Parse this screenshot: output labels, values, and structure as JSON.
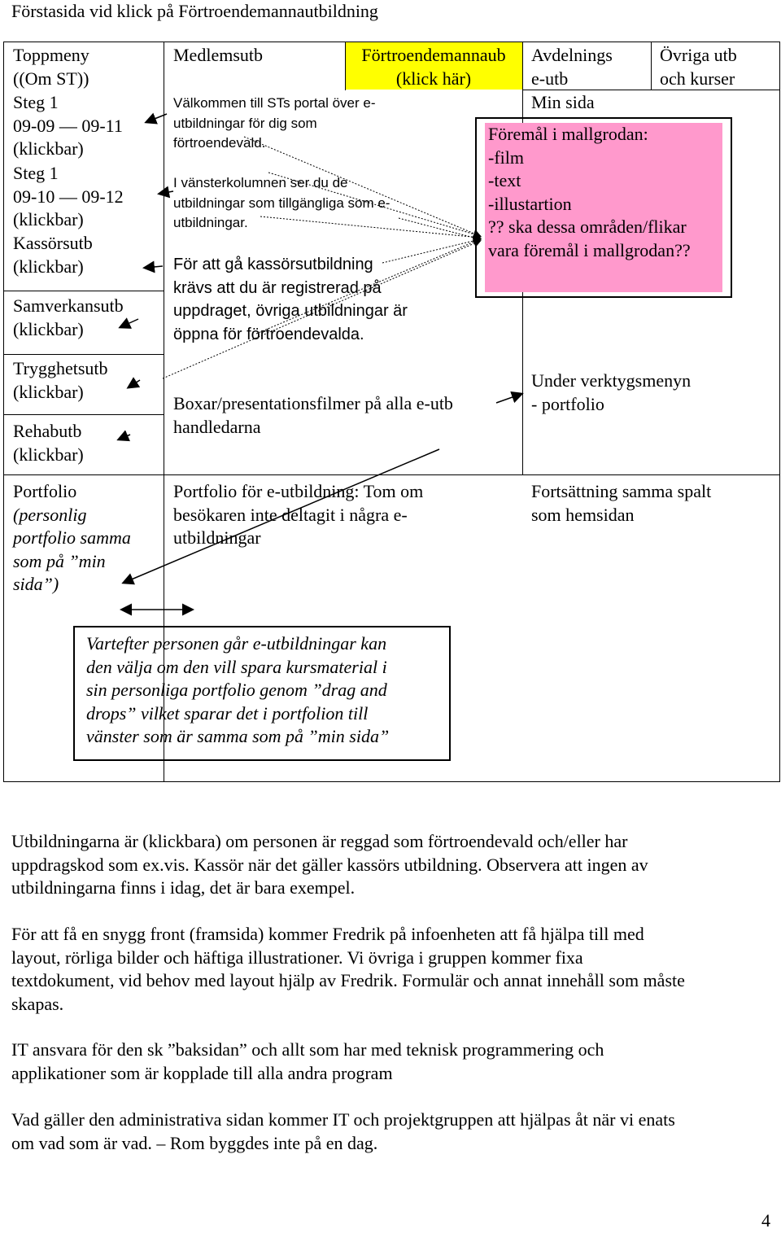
{
  "doc_title": "Förstasida vid klick på Förtroendemannautbildning",
  "left_column": {
    "toppmeny": [
      "Toppmeny",
      "((Om ST))"
    ],
    "steg1a": [
      "Steg 1",
      "09-09 — 09-11",
      "(klickbar)"
    ],
    "steg1b": [
      "Steg 1",
      "09-10 — 09-12",
      "(klickbar)"
    ],
    "kassor": [
      "Kassörsutb",
      "(klickbar)"
    ],
    "samverkan": [
      "Samverkansutb",
      "(klickbar)"
    ],
    "trygghet": [
      "Trygghetsutb",
      "(klickbar)"
    ],
    "rehab": [
      "Rehabutb",
      "(klickbar)"
    ],
    "portfolio": [
      "Portfolio",
      "(personlig",
      "portfolio samma",
      "som på ”min",
      "sida”)"
    ]
  },
  "header": {
    "medlemsutb": "Medlemsutb",
    "fortroende": [
      "Förtroendemannaub",
      "(klick här)"
    ],
    "avdelnings": [
      "Avdelnings",
      "e-utb"
    ],
    "ovriga": [
      "Övriga utb",
      "och kurser"
    ],
    "min_sida": "Min sida"
  },
  "middle": {
    "welcome": [
      "Välkommen till STs portal över e-",
      "utbildningar för dig som",
      "förtroendevald."
    ],
    "left_col_info": [
      "I vänsterkolumnen ser du de",
      "utbildningar som tillgängliga som e-",
      "utbildningar."
    ],
    "kassor_info": [
      "För att gå kassörsutbildning",
      "krävs att du är registrerad på",
      "uppdraget, övriga utbildningar är",
      "öppna för förtroendevalda."
    ],
    "boxar": [
      "Boxar/presentationsfilmer på alla e-utb",
      "handledarna"
    ],
    "portfolio_text": [
      "Portfolio för e-utbildning: Tom om",
      "besökaren inte deltagit i några e-",
      "utbildningar"
    ]
  },
  "pink_box": [
    "Föremål i mallgrodan:",
    "-film",
    "-text",
    "-illustartion",
    "?? ska dessa områden/flikar",
    "vara föremål i mallgrodan??"
  ],
  "right": {
    "verktyg": [
      "Under verktygsmenyn",
      "- portfolio"
    ],
    "fortsattning": [
      "Fortsättning samma spalt",
      "som hemsidan"
    ]
  },
  "callout": [
    "Vartefter personen går e-utbildningar kan",
    "den välja om den vill spara kursmaterial i",
    "sin personliga portfolio genom ”drag and",
    "drops” vilket sparar det i portfolion till",
    "vänster som är samma som på ”min sida”"
  ],
  "paragraphs": [
    [
      "Utbildningarna är (klickbara) om personen är reggad som förtroendevald och/eller har",
      "uppdragskod som ex.vis. Kassör när det gäller kassörs utbildning. Observera att ingen av",
      "utbildningarna finns i idag, det är bara exempel."
    ],
    [
      "För att få en snygg front (framsida) kommer Fredrik på infoenheten att få hjälpa till med",
      "layout, rörliga bilder och häftiga illustrationer. Vi övriga i gruppen kommer fixa",
      "textdokument, vid behov med layout hjälp av Fredrik. Formulär och annat innehåll som måste",
      "skapas."
    ],
    [
      "IT ansvara för den sk ”baksidan” och allt som har med teknisk programmering och",
      "applikationer som är kopplade till alla andra program"
    ],
    [
      "Vad gäller den administrativa sidan kommer IT och projektgruppen att hjälpas åt när vi enats",
      "om vad som är vad. – Rom byggdes inte på en dag."
    ]
  ],
  "page_number": "4",
  "colors": {
    "highlight": "#ffff00",
    "pink": "#ff99cc",
    "border": "#000000"
  }
}
